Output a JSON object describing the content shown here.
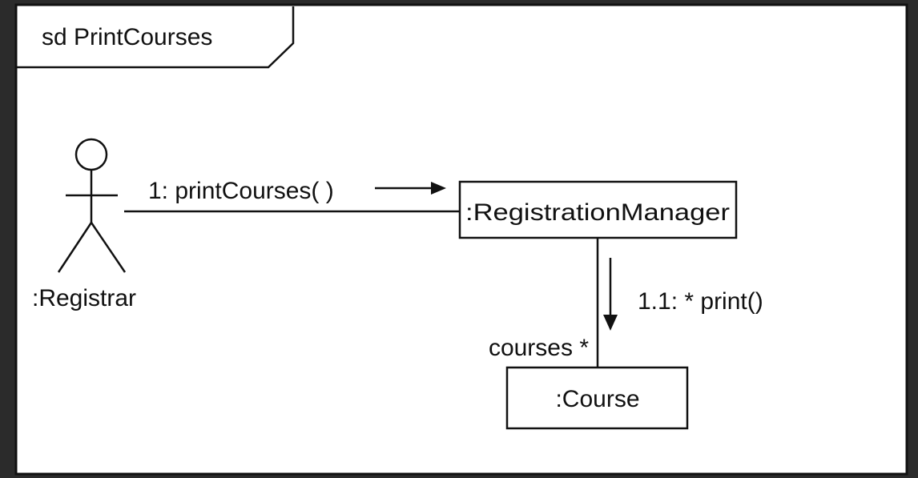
{
  "frame": {
    "title": "sd PrintCourses"
  },
  "actor": {
    "name": ":Registrar"
  },
  "objects": {
    "manager": ":RegistrationManager",
    "course": ":Course"
  },
  "messages": {
    "m1": "1: printCourses( )",
    "m2": "1.1: * print()"
  },
  "links": {
    "multiplicity": "courses *"
  },
  "colors": {
    "background": "#2b2b2b",
    "paper": "#ffffff",
    "ink": "#111111"
  }
}
